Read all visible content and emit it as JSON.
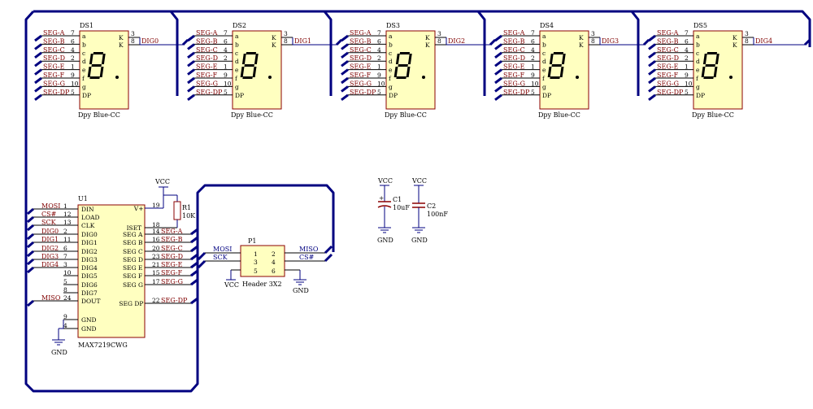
{
  "displays": [
    {
      "ref": "DS1",
      "part": "Dpy Blue-CC",
      "dig": "DIG0"
    },
    {
      "ref": "DS2",
      "part": "Dpy Blue-CC",
      "dig": "DIG1"
    },
    {
      "ref": "DS3",
      "part": "Dpy Blue-CC",
      "dig": "DIG2"
    },
    {
      "ref": "DS4",
      "part": "Dpy Blue-CC",
      "dig": "DIG3"
    },
    {
      "ref": "DS5",
      "part": "Dpy Blue-CC",
      "dig": "DIG4"
    }
  ],
  "display_pins": [
    {
      "net": "SEG-A",
      "num": "7",
      "name": "a"
    },
    {
      "net": "SEG-B",
      "num": "6",
      "name": "b"
    },
    {
      "net": "SEG-C",
      "num": "4",
      "name": "c"
    },
    {
      "net": "SEG-D",
      "num": "2",
      "name": "d"
    },
    {
      "net": "SEG-E",
      "num": "1",
      "name": "e"
    },
    {
      "net": "SEG-F",
      "num": "9",
      "name": "f"
    },
    {
      "net": "SEG-G",
      "num": "10",
      "name": "g"
    },
    {
      "net": "SEG-DP",
      "num": "5",
      "name": "DP"
    }
  ],
  "display_k": {
    "name": "K",
    "pins": [
      "3",
      "8"
    ]
  },
  "u1": {
    "ref": "U1",
    "part": "MAX7219CWG",
    "left": [
      {
        "net": "MOSI",
        "num": "1",
        "name": "DIN"
      },
      {
        "net": "CS#",
        "num": "12",
        "name": "LOAD"
      },
      {
        "net": "SCK",
        "num": "13",
        "name": "CLK"
      },
      {
        "net": "DIG0",
        "num": "2",
        "name": "DIG0"
      },
      {
        "net": "DIG1",
        "num": "11",
        "name": "DIG1"
      },
      {
        "net": "DIG2",
        "num": "6",
        "name": "DIG2"
      },
      {
        "net": "DIG3",
        "num": "7",
        "name": "DIG3"
      },
      {
        "net": "DIG4",
        "num": "3",
        "name": "DIG4"
      },
      {
        "net": "",
        "num": "10",
        "name": "DIG5"
      },
      {
        "net": "",
        "num": "5",
        "name": "DIG6"
      },
      {
        "net": "",
        "num": "8",
        "name": "DIG7"
      },
      {
        "net": "MISO",
        "num": "24",
        "name": "DOUT"
      },
      {
        "net": "",
        "num": "9",
        "name": "GND"
      },
      {
        "net": "",
        "num": "4",
        "name": "GND"
      }
    ],
    "right": [
      {
        "net": "",
        "num": "19",
        "name": "V+"
      },
      {
        "net": "",
        "num": "18",
        "name": "ISET"
      },
      {
        "net": "SEG-A",
        "num": "14",
        "name": "SEG A"
      },
      {
        "net": "SEG-B",
        "num": "16",
        "name": "SEG B"
      },
      {
        "net": "SEG-C",
        "num": "20",
        "name": "SEG C"
      },
      {
        "net": "SEG-D",
        "num": "23",
        "name": "SEG D"
      },
      {
        "net": "SEG-E",
        "num": "21",
        "name": "SEG E"
      },
      {
        "net": "SEG-F",
        "num": "15",
        "name": "SEG F"
      },
      {
        "net": "SEG-G",
        "num": "17",
        "name": "SEG G"
      },
      {
        "net": "SEG-DP",
        "num": "22",
        "name": "SEG DP"
      }
    ]
  },
  "r1": {
    "ref": "R1",
    "value": "10K"
  },
  "vcc_label": "VCC",
  "gnd_label": "GND",
  "p1": {
    "ref": "P1",
    "part": "Header 3X2",
    "left_pins": [
      "1",
      "3",
      "5"
    ],
    "right_pins": [
      "2",
      "4",
      "6"
    ],
    "mosi": "MOSI",
    "sck": "SCK",
    "miso": "MISO",
    "cs": "CS#"
  },
  "c1": {
    "ref": "C1",
    "value": "10uF"
  },
  "c2": {
    "ref": "C2",
    "value": "100nF"
  }
}
